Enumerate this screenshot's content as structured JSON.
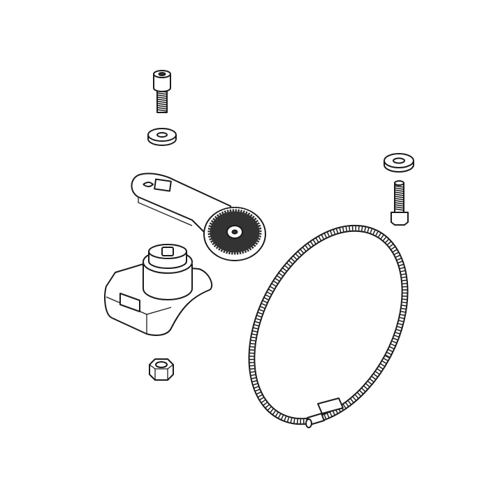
{
  "colors": {
    "line": "#1a1a1a",
    "background": "#ffffff"
  },
  "parts": [
    "socket-head-bolt",
    "washer",
    "bracket-arm",
    "serrated-disc",
    "base-mount",
    "hex-nut",
    "washer",
    "bolt",
    "hose-clamp"
  ]
}
